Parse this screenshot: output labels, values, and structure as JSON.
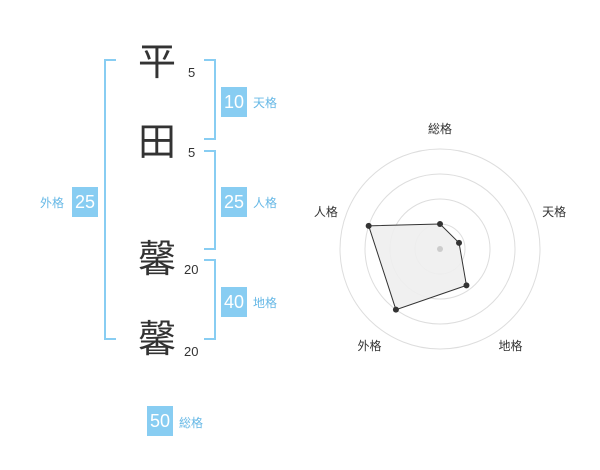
{
  "name_chars": [
    {
      "char": "平",
      "strokes": "5"
    },
    {
      "char": "田",
      "strokes": "5"
    },
    {
      "char": "馨",
      "strokes": "20"
    },
    {
      "char": "馨",
      "strokes": "20"
    }
  ],
  "fortunes": {
    "tenkaku": {
      "label": "天格",
      "value": "10"
    },
    "jinkaku": {
      "label": "人格",
      "value": "25"
    },
    "chikaku": {
      "label": "地格",
      "value": "40"
    },
    "gaikaku": {
      "label": "外格",
      "value": "25"
    },
    "soukaku": {
      "label": "総格",
      "value": "50"
    }
  },
  "colors": {
    "accent": "#88cdf2",
    "accent_text": "#66b8e6",
    "text": "#333333"
  },
  "chart_data": {
    "type": "radar",
    "axes": [
      "総格",
      "天格",
      "地格",
      "外格",
      "人格"
    ],
    "values": [
      0.25,
      0.2,
      0.45,
      0.75,
      0.75
    ],
    "rings": 4
  }
}
